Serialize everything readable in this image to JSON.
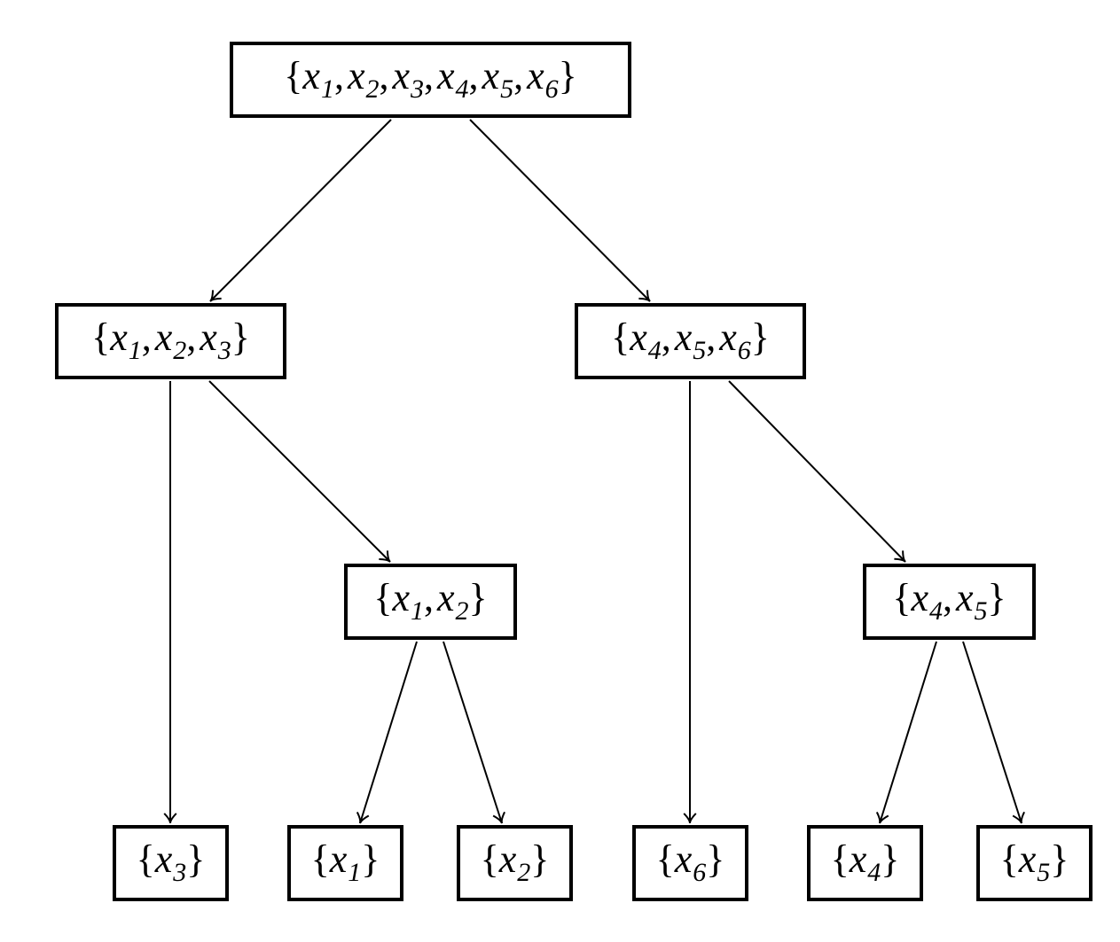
{
  "tree": {
    "nodes": [
      {
        "id": "root",
        "label": "{x1, x2, x3, x4, x5, x6}",
        "elements": [
          "x1",
          "x2",
          "x3",
          "x4",
          "x5",
          "x6"
        ]
      },
      {
        "id": "n123",
        "label": "{x1, x2, x3}",
        "elements": [
          "x1",
          "x2",
          "x3"
        ]
      },
      {
        "id": "n456",
        "label": "{x4, x5, x6}",
        "elements": [
          "x4",
          "x5",
          "x6"
        ]
      },
      {
        "id": "n12",
        "label": "{x1, x2}",
        "elements": [
          "x1",
          "x2"
        ]
      },
      {
        "id": "n45",
        "label": "{x4, x5}",
        "elements": [
          "x4",
          "x5"
        ]
      },
      {
        "id": "n3",
        "label": "{x3}",
        "elements": [
          "x3"
        ]
      },
      {
        "id": "n1",
        "label": "{x1}",
        "elements": [
          "x1"
        ]
      },
      {
        "id": "n2",
        "label": "{x2}",
        "elements": [
          "x2"
        ]
      },
      {
        "id": "n6",
        "label": "{x6}",
        "elements": [
          "x6"
        ]
      },
      {
        "id": "n4",
        "label": "{x4}",
        "elements": [
          "x4"
        ]
      },
      {
        "id": "n5",
        "label": "{x5}",
        "elements": [
          "x5"
        ]
      }
    ],
    "edges": [
      {
        "from": "root",
        "to": "n123"
      },
      {
        "from": "root",
        "to": "n456"
      },
      {
        "from": "n123",
        "to": "n3"
      },
      {
        "from": "n123",
        "to": "n12"
      },
      {
        "from": "n12",
        "to": "n1"
      },
      {
        "from": "n12",
        "to": "n2"
      },
      {
        "from": "n456",
        "to": "n6"
      },
      {
        "from": "n456",
        "to": "n45"
      },
      {
        "from": "n45",
        "to": "n4"
      },
      {
        "from": "n45",
        "to": "n5"
      }
    ]
  },
  "colors": {
    "stroke": "#000000",
    "background": "#ffffff"
  }
}
